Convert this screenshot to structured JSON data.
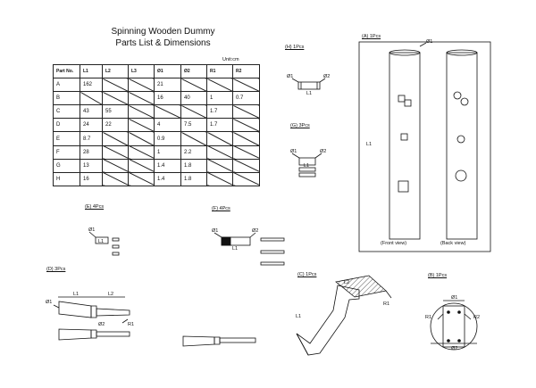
{
  "title_line1": "Spinning Wooden Dummy",
  "title_line2": "Parts List & Dimensions",
  "unit_label": "Unit:cm",
  "table": {
    "headers": [
      "Part No.",
      "L1",
      "L2",
      "L3",
      "Ø1",
      "Ø2",
      "R1",
      "R2"
    ],
    "rows": [
      [
        "A",
        "162",
        "",
        "",
        "21",
        "",
        "",
        ""
      ],
      [
        "B",
        "",
        "",
        "",
        "16",
        "40",
        "1",
        "0.7"
      ],
      [
        "C",
        "43",
        "55",
        "",
        "",
        "",
        "1.7",
        ""
      ],
      [
        "D",
        "24",
        "22",
        "",
        "4",
        "7.5",
        "1.7",
        ""
      ],
      [
        "E",
        "8.7",
        "",
        "",
        "0.9",
        "",
        "",
        ""
      ],
      [
        "F",
        "28",
        "",
        "",
        "1",
        "2.2",
        "",
        ""
      ],
      [
        "G",
        "13",
        "",
        "",
        "1.4",
        "1.8",
        "",
        ""
      ],
      [
        "H",
        "16",
        "",
        "",
        "1.4",
        "1.8",
        "",
        ""
      ]
    ]
  },
  "views": {
    "H": {
      "caption": "(H) 1Pcs",
      "labels": [
        "Ø1",
        "Ø2",
        "L1"
      ]
    },
    "G": {
      "caption": "(G) 3Pcs",
      "labels": [
        "Ø1",
        "Ø2",
        "L1"
      ]
    },
    "A": {
      "caption": "(A) 1Pcs",
      "labels": [
        "Ø1",
        "L1"
      ],
      "front": "(Front view)",
      "back": "(Back view)"
    },
    "E": {
      "caption": "(E) 4Pcs",
      "labels": [
        "Ø1",
        "L1"
      ]
    },
    "F": {
      "caption": "(F) 4Pcs",
      "labels": [
        "Ø1",
        "Ø2",
        "L1"
      ]
    },
    "D": {
      "caption": "(D) 3Pcs",
      "labels": [
        "Ø1",
        "L1",
        "L2",
        "Ø2",
        "R1"
      ]
    },
    "C": {
      "caption": "(C) 1Pcs",
      "labels": [
        "L1",
        "L2",
        "R1"
      ]
    },
    "B": {
      "caption": "(B) 1Pcs",
      "labels": [
        "Ø1",
        "R1",
        "R2",
        "Ø2"
      ]
    }
  }
}
